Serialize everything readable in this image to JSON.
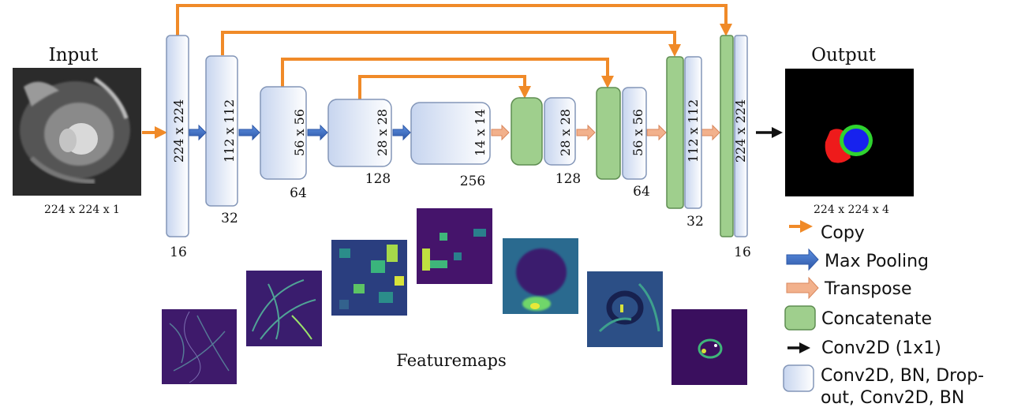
{
  "input": {
    "title": "Input",
    "dims": "224 x 224 x 1"
  },
  "output": {
    "title": "Output",
    "dims": "224 x 224 x 4"
  },
  "encoder": [
    {
      "label": "224 x 224",
      "channels": "16"
    },
    {
      "label": "112 x 112",
      "channels": "32"
    },
    {
      "label": "56 x 56",
      "channels": "64"
    },
    {
      "label": "28 x 28",
      "channels": "128"
    },
    {
      "label": "14 x 14",
      "channels": "256"
    }
  ],
  "decoder": [
    {
      "label": "28 x 28",
      "channels": "128"
    },
    {
      "label": "56 x 56",
      "channels": "64"
    },
    {
      "label": "112 x 112",
      "channels": "32"
    },
    {
      "label": "224 x 224",
      "channels": "16"
    }
  ],
  "featuremaps_label": "Featuremaps",
  "legend": [
    {
      "key": "copy",
      "label": "Copy"
    },
    {
      "key": "maxpool",
      "label": "Max Pooling"
    },
    {
      "key": "transpose",
      "label": "Transpose"
    },
    {
      "key": "concat",
      "label": "Concatenate"
    },
    {
      "key": "conv1x1",
      "label": "Conv2D (1x1)"
    },
    {
      "key": "convblock",
      "label_line1": "Conv2D, BN, Drop-",
      "label_line2": "out, Conv2D, BN"
    }
  ],
  "colors": {
    "copy": "#f08a28",
    "maxpool": "#3f6fc4",
    "transpose": "#f0a57a",
    "concat": "#9fcf8d",
    "block_edge": "#8396b8",
    "block_fill": "#dde6f5"
  }
}
